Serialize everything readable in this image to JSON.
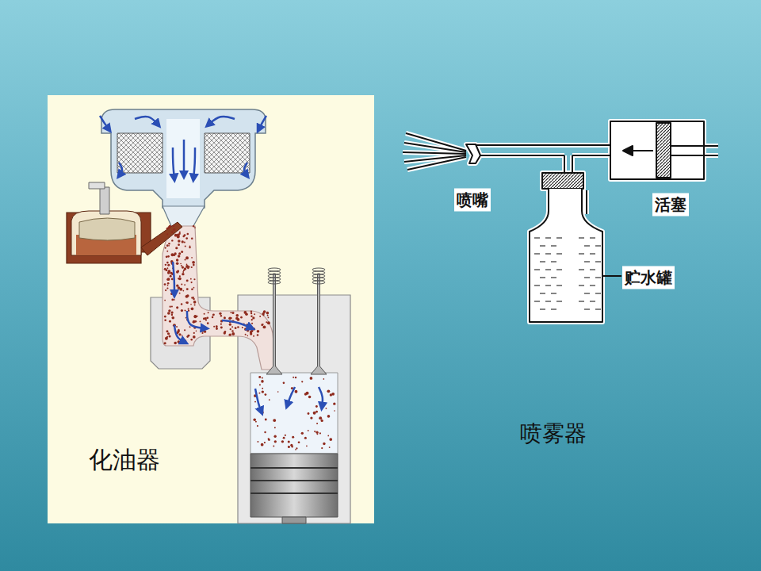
{
  "diagram": {
    "nodes": [
      {
        "text": [
          "化油器"
        ]
      }
    ],
    "labels": [
      "喷嘴",
      "活塞",
      "贮水罐",
      "喷雾器"
    ]
  }
}
